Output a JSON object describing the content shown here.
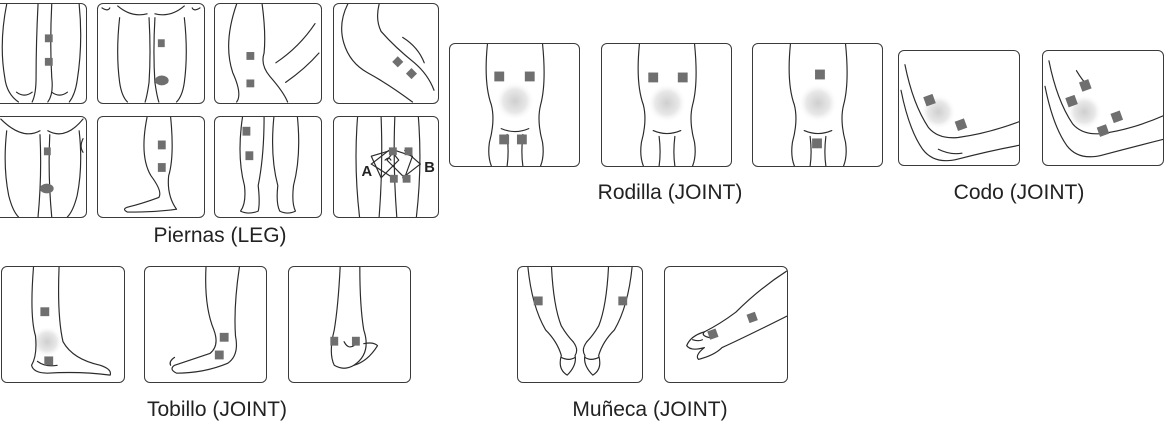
{
  "captions": {
    "legs": "Piernas (LEG)",
    "knee": "Rodilla  (JOINT)",
    "elbow": "Codo (JOINT)",
    "ankle": "Tobillo (JOINT)",
    "wrist": "Muñeca (JOINT)"
  },
  "markers": {
    "a": "A",
    "b": "B"
  },
  "colors": {
    "outline": "#2b2b2b",
    "electrode": "#6f6f6f",
    "glow": "#cfcfcf",
    "text": "#222222"
  }
}
